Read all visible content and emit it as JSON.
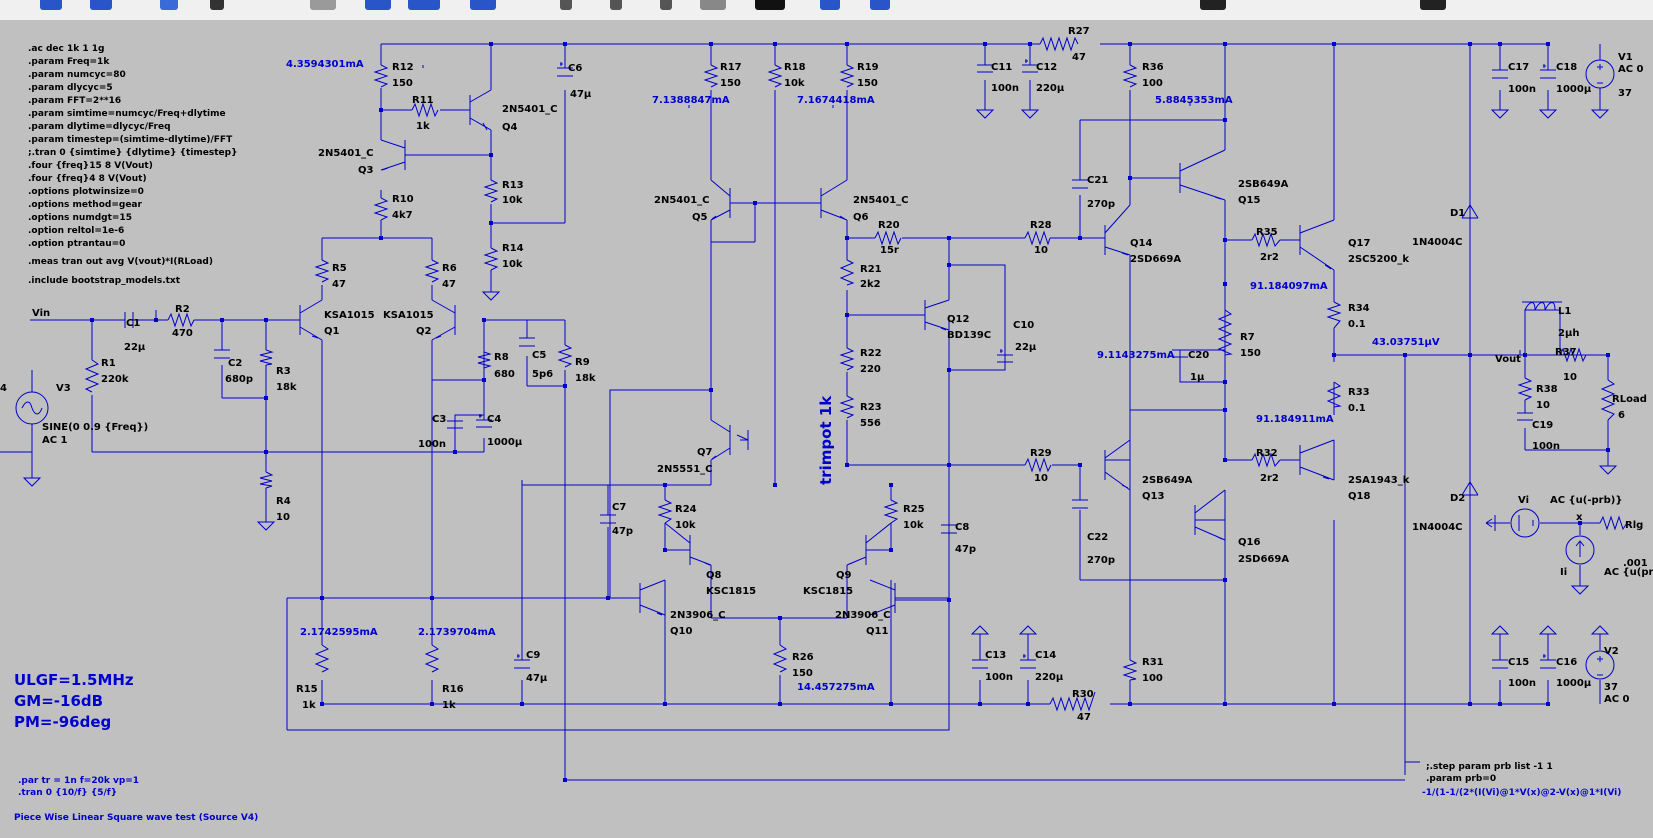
{
  "colors": {
    "background": "#c0c0c0",
    "wire": "#0000cc",
    "text": "#000000",
    "annotation": "#0000cc"
  },
  "toolbar": {
    "icons": [
      "open-icon",
      "save-icon",
      "print-icon",
      "run-icon",
      "wire-icon",
      "ground-icon",
      "resistor-icon",
      "capacitor-icon",
      "inductor-icon",
      "diode-icon",
      "component-icon",
      "move-icon",
      "drag-icon",
      "undo-icon",
      "redo-icon",
      "text-icon",
      "spice-directive-icon"
    ]
  },
  "directives": [
    ".ac dec 1k 1 1g",
    ".param Freq=1k",
    ".param numcyc=80",
    ".param dlycyc=5",
    ".param FFT=2**16",
    ".param simtime=numcyc/Freq+dlytime",
    ".param dlytime=dlycyc/Freq",
    ".param timestep=(simtime-dlytime)/FFT",
    ";.tran 0 {simtime} {dlytime} {timestep}",
    ".four {freq}15 8 V(Vout)",
    ".four {freq}4 8 V(Vout)",
    ".options plotwinsize=0",
    ".options method=gear",
    ".options numdgt=15",
    ".option reltol=1e-6",
    ".option ptrantau=0"
  ],
  "meas": ".meas tran out avg V(vout)*I(RLoad)",
  "include": ".include bootstrap_models.txt",
  "results": {
    "ulgf": "ULGF=1.5MHz",
    "gm": "GM=-16dB",
    "pm": "PM=-96deg"
  },
  "pwl": {
    "line1": ".par tr = 1n f=20k vp=1",
    "line2": ".tran 0 {10/f} {5/f}",
    "label": "Piece Wise Linear Square wave test (Source V4)"
  },
  "step": {
    "line1": ";.step param prb list -1 1",
    "line2": ".param prb=0",
    "line3": "-1/(1-1/(2*(I(Vi)@1*V(x)@2-V(x)@1*I(Vi)"
  },
  "nets": {
    "vin": "Vin",
    "vout": "Vout",
    "x": "x"
  },
  "sources": {
    "v3": {
      "name": "V3",
      "value": "SINE(0 0.9 {Freq})",
      "ac": "AC 1",
      "edge": "4"
    },
    "v1": {
      "name": "V1",
      "ac": "AC 0",
      "value": "37"
    },
    "v2": {
      "name": "V2",
      "value": "37",
      "ac": "AC 0"
    },
    "vi": {
      "name": "Vi",
      "value": "AC {u(-prb)}"
    },
    "ii": {
      "name": "Ii",
      "value": "AC {u(pr"
    }
  },
  "currents": {
    "r12": "4.3594301mA",
    "r17": "7.1388847mA",
    "r19": "7.1674418mA",
    "r36": "5.8845353mA",
    "r34": "91.184097mA",
    "r7": "9.1143275mA",
    "vout": "43.03751µV",
    "r33": "91.184911mA",
    "r15": "2.1742595mA",
    "r16": "2.1739704mA",
    "r26": "14.457275mA"
  },
  "resistors": [
    {
      "name": "R12",
      "value": "150"
    },
    {
      "name": "R11",
      "value": "1k"
    },
    {
      "name": "R10",
      "value": "4k7"
    },
    {
      "name": "R13",
      "value": "10k"
    },
    {
      "name": "R14",
      "value": "10k"
    },
    {
      "name": "R5",
      "value": "47"
    },
    {
      "name": "R6",
      "value": "47"
    },
    {
      "name": "R2",
      "value": "470"
    },
    {
      "name": "R1",
      "value": "220k"
    },
    {
      "name": "R3",
      "value": "18k"
    },
    {
      "name": "R4",
      "value": "10"
    },
    {
      "name": "R8",
      "value": "680"
    },
    {
      "name": "R9",
      "value": "18k"
    },
    {
      "name": "R15",
      "value": "1k"
    },
    {
      "name": "R16",
      "value": "1k"
    },
    {
      "name": "R17",
      "value": "150"
    },
    {
      "name": "R18",
      "value": "10k"
    },
    {
      "name": "R19",
      "value": "150"
    },
    {
      "name": "R20",
      "value": "15r"
    },
    {
      "name": "R21",
      "value": "2k2"
    },
    {
      "name": "R22",
      "value": "220"
    },
    {
      "name": "R23",
      "value": "556"
    },
    {
      "name": "R24",
      "value": "10k"
    },
    {
      "name": "R25",
      "value": "10k"
    },
    {
      "name": "R26",
      "value": "150"
    },
    {
      "name": "R27",
      "value": "47"
    },
    {
      "name": "R28",
      "value": "10"
    },
    {
      "name": "R29",
      "value": "10"
    },
    {
      "name": "R30",
      "value": "47"
    },
    {
      "name": "R31",
      "value": "100"
    },
    {
      "name": "R36",
      "value": "100"
    },
    {
      "name": "R35",
      "value": "2r2"
    },
    {
      "name": "R32",
      "value": "2r2"
    },
    {
      "name": "R7",
      "value": "150"
    },
    {
      "name": "R34",
      "value": "0.1"
    },
    {
      "name": "R33",
      "value": "0.1"
    },
    {
      "name": "R37",
      "value": "10"
    },
    {
      "name": "R38",
      "value": "10"
    },
    {
      "name": "RLoad",
      "value": "6"
    },
    {
      "name": "Rlg",
      "value": ".001"
    }
  ],
  "capacitors": [
    {
      "name": "C6",
      "value": "47µ"
    },
    {
      "name": "C1",
      "value": "22µ"
    },
    {
      "name": "C2",
      "value": "680p"
    },
    {
      "name": "C3",
      "value": "100n"
    },
    {
      "name": "C4",
      "value": "1000µ"
    },
    {
      "name": "C5",
      "value": "5p6"
    },
    {
      "name": "C7",
      "value": "47p"
    },
    {
      "name": "C8",
      "value": "47p"
    },
    {
      "name": "C9",
      "value": "47µ"
    },
    {
      "name": "C10",
      "value": "22µ"
    },
    {
      "name": "C11",
      "value": "100n"
    },
    {
      "name": "C12",
      "value": "220µ"
    },
    {
      "name": "C13",
      "value": "100n"
    },
    {
      "name": "C14",
      "value": "220µ"
    },
    {
      "name": "C15",
      "value": "100n"
    },
    {
      "name": "C16",
      "value": "1000µ"
    },
    {
      "name": "C17",
      "value": "100n"
    },
    {
      "name": "C18",
      "value": "1000µ"
    },
    {
      "name": "C19",
      "value": "100n"
    },
    {
      "name": "C20",
      "value": "1µ"
    },
    {
      "name": "C21",
      "value": "270p"
    },
    {
      "name": "C22",
      "value": "270p"
    }
  ],
  "transistors": [
    {
      "name": "Q3",
      "model": "2N5401_C"
    },
    {
      "name": "Q4",
      "model": "2N5401_C"
    },
    {
      "name": "Q1",
      "model": "KSA1015"
    },
    {
      "name": "Q2",
      "model": "KSA1015"
    },
    {
      "name": "Q5",
      "model": "2N5401_C"
    },
    {
      "name": "Q6",
      "model": "2N5401_C"
    },
    {
      "name": "Q7",
      "model": "2N5551_C"
    },
    {
      "name": "Q8",
      "model": "KSC1815"
    },
    {
      "name": "Q9",
      "model": "KSC1815"
    },
    {
      "name": "Q10",
      "model": "2N3906_C"
    },
    {
      "name": "Q11",
      "model": "2N3906_C"
    },
    {
      "name": "Q12",
      "model": "BD139C"
    },
    {
      "name": "Q14",
      "model": "2SD669A"
    },
    {
      "name": "Q15",
      "model": "2SB649A"
    },
    {
      "name": "Q13",
      "model": "2SB649A"
    },
    {
      "name": "Q16",
      "model": "2SD669A"
    },
    {
      "name": "Q17",
      "model": "2SC5200_k"
    },
    {
      "name": "Q18",
      "model": "2SA1943_k"
    }
  ],
  "inductors": [
    {
      "name": "L1",
      "value": "2µh"
    }
  ],
  "diodes": [
    {
      "name": "D1",
      "model": "1N4004C"
    },
    {
      "name": "D2",
      "model": "1N4004C"
    }
  ],
  "trimpot": "trimpot 1k"
}
